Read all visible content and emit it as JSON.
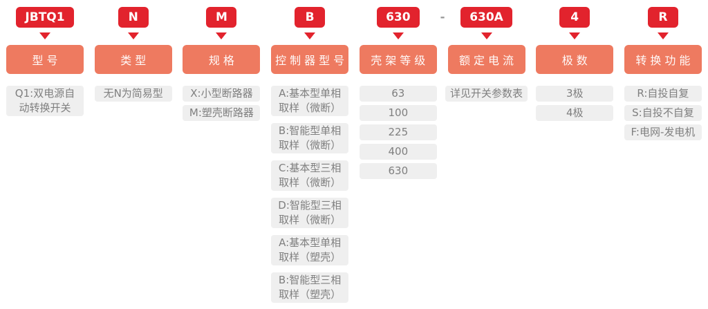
{
  "colors": {
    "badge_red": "#e2232d",
    "header_salmon": "#ee7a60",
    "item_bg": "#efefef",
    "item_text": "#7f7f7f"
  },
  "separator": "-",
  "columns": [
    {
      "code": "JBTQ1",
      "label": "型号",
      "items": [
        "Q1:双电源自\n动转换开关"
      ]
    },
    {
      "code": "N",
      "label": "类型",
      "items": [
        "无N为简易型"
      ]
    },
    {
      "code": "M",
      "label": "规格",
      "items": [
        "X:小型断路器",
        "M:塑壳断路器"
      ]
    },
    {
      "code": "B",
      "label": "控制器型号",
      "items": [
        "A:基本型单相\n取样（微断）",
        "B:智能型单相\n取样（微断）",
        "C:基本型三相\n取样（微断）",
        "D:智能型三相\n取样（微断）",
        "A:基本型单相\n取样（塑壳）",
        "B:智能型三相\n取样（塑壳）"
      ]
    },
    {
      "code": "630",
      "label": "壳架等级",
      "items": [
        "63",
        "100",
        "225",
        "400",
        "630"
      ]
    },
    {
      "code": "630A",
      "label": "额定电流",
      "items": [
        "详见开关参数表"
      ]
    },
    {
      "code": "4",
      "label": "极数",
      "items": [
        "3极",
        "4极"
      ]
    },
    {
      "code": "R",
      "label": "转换功能",
      "items": [
        "R:自投自复",
        "S:自投不自复",
        "F:电网-发电机"
      ]
    }
  ]
}
